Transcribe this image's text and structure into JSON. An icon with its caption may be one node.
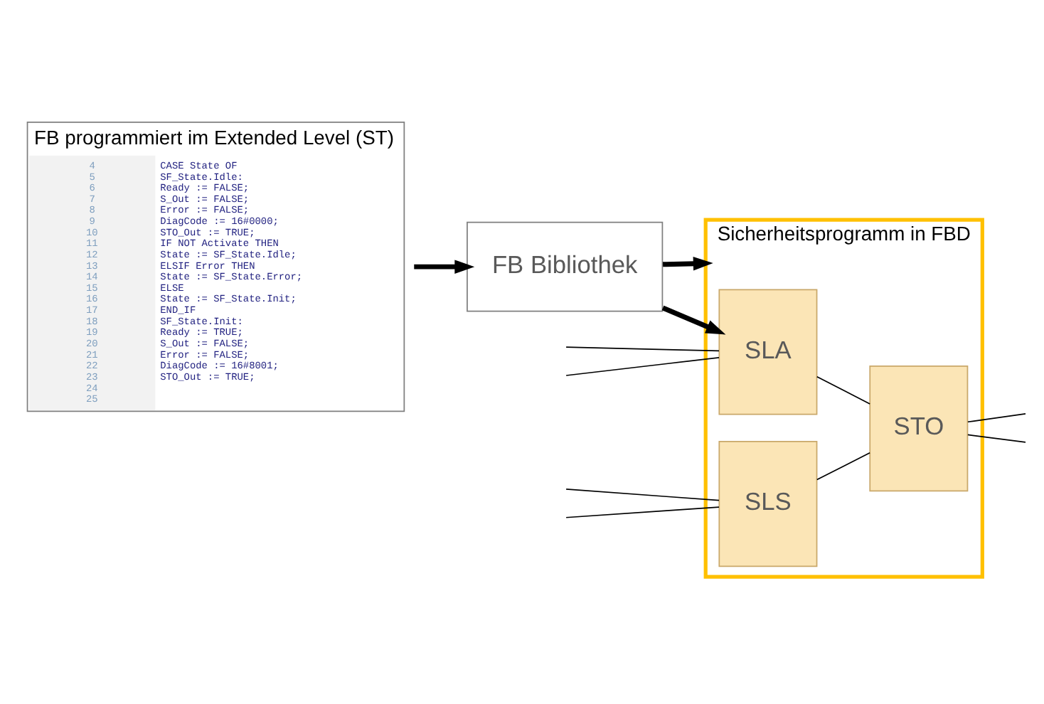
{
  "diagram": {
    "nodes": [
      {
        "text": [
          "Sicherheitsprogramm in FBD"
        ]
      },
      {
        "text": [
          "SLS"
        ],
        "in": 0
      },
      {
        "text": [
          "STO"
        ],
        "in": 0
      },
      {
        "text": [
          "SLA"
        ],
        "in": 0
      },
      {
        "text": [
          "FB programmiert im Extended Level (ST)",
          "CASE State OF",
          "SF_State.Idle:",
          "Ready := FALSE;",
          "S_Out := FALSE;",
          "Error := FALSE;",
          "DiagCode := 16#0000;",
          "STO_Out := TRUE;",
          "IF NOT Activate THEN",
          "State := SF_State.Idle;",
          "ELSIF Error THEN",
          "State := SF_State.Error;",
          "ELSE",
          "State := SF_State.Init;",
          "END_IF",
          "SF_State.Init:",
          "Ready := TRUE;",
          "S_Out := FALSE;",
          "Error := FALSE;",
          "DiagCode := 16#8001;",
          "STO_Out := TRUE;"
        ]
      },
      {
        "text": [
          "FB Bibliothek"
        ]
      }
    ],
    "edges": [
      {
        "from": null,
        "to": 1,
        "arrow": "none"
      },
      {
        "from": null,
        "to": 1,
        "arrow": "none"
      },
      {
        "from": null,
        "to": 3,
        "arrow": "none"
      },
      {
        "from": null,
        "to": 3,
        "arrow": "none"
      },
      {
        "from": 1,
        "to": 2,
        "arrow": "none"
      },
      {
        "from": 3,
        "to": 2,
        "arrow": "none"
      },
      {
        "from": 2,
        "to": null,
        "arrow": "none"
      },
      {
        "from": 2,
        "to": null,
        "arrow": "none"
      },
      {
        "from": 5,
        "to": 3,
        "arrow": "to",
        "style": "thick"
      },
      {
        "from": 5,
        "to": 0,
        "arrow": "to",
        "style": "thick"
      },
      {
        "from": 4,
        "to": 5,
        "arrow": "to",
        "style": "thick"
      }
    ],
    "labels": [
      "4",
      "5",
      "6",
      "7",
      "8",
      "9",
      "10",
      "11",
      "12",
      "13",
      "14",
      "15",
      "16",
      "17",
      "18",
      "19",
      "20",
      "21",
      "22",
      "23",
      "24",
      "25"
    ]
  }
}
